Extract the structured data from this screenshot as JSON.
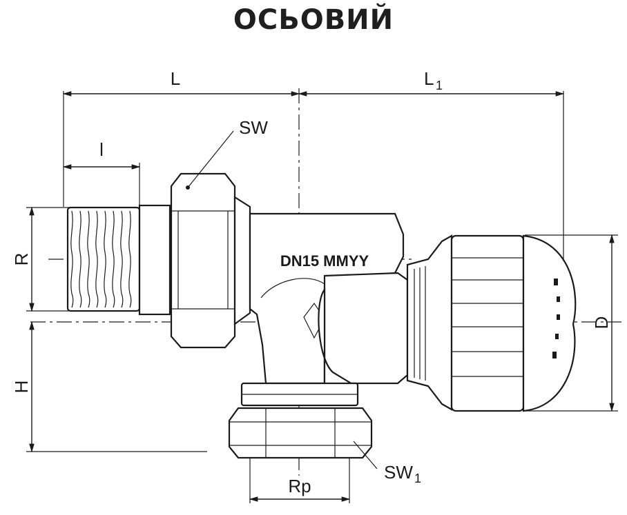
{
  "title": "ОСЬОВИЙ",
  "labels": {
    "L": "L",
    "L1": "L",
    "L1_sub": "1",
    "SW": "SW",
    "l": "l",
    "R": "R",
    "H": "H",
    "D": "D",
    "Rp": "Rp",
    "SW1": "SW",
    "SW1_sub": "1"
  },
  "body_marking": "DN15  MMYY"
}
